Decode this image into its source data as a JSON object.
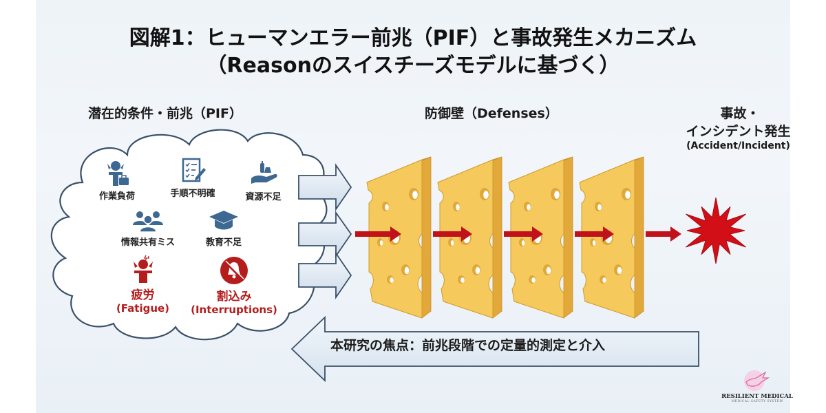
{
  "title": {
    "line1": "図解1：ヒューマンエラー前兆（PIF）と事故発生メカニズム",
    "line2": "（Reasonのスイスチーズモデルに基づく）"
  },
  "sections": {
    "pif_heading": "潜在的条件・前兆（PIF）",
    "defenses_heading": "防御壁（Defenses）",
    "accident_heading_line1": "事故・",
    "accident_heading_line2": "インシデント発生",
    "accident_heading_en": "(Accident/Incident)"
  },
  "pif_factors": [
    {
      "label": "作業負荷",
      "icon": "workload-person-briefcase-icon",
      "emphasis": false
    },
    {
      "label": "手順不明確",
      "icon": "checklist-pencil-icon",
      "emphasis": false
    },
    {
      "label": "資源不足",
      "icon": "hand-resources-icon",
      "emphasis": false
    },
    {
      "label": "情報共有ミス",
      "icon": "group-people-icon",
      "emphasis": false
    },
    {
      "label": "教育不足",
      "icon": "graduation-cap-icon",
      "emphasis": false
    },
    {
      "label": "疲労",
      "label_en": "(Fatigue)",
      "icon": "fatigued-person-icon",
      "emphasis": true
    },
    {
      "label": "割込み",
      "label_en": "(Interruptions)",
      "icon": "muted-bell-icon",
      "emphasis": true
    }
  ],
  "defense_layers": 4,
  "focus_arrow_text": "本研究の焦点：前兆段階での定量的測定と介入",
  "logo": {
    "name": "RESILIENT MEDICAL",
    "tagline": "MEDICAL SAFETY SYSTEM"
  },
  "colors": {
    "icon_blue": "#3d6891",
    "emphasis_red": "#b51c1c",
    "cheese": "#f5c95b",
    "cheese_side": "#e2a93a",
    "hazard_arrow": "#c0121a",
    "explosion": "#d20f17",
    "outline": "#3a5068",
    "arrow_fill": "#dde8f3"
  }
}
